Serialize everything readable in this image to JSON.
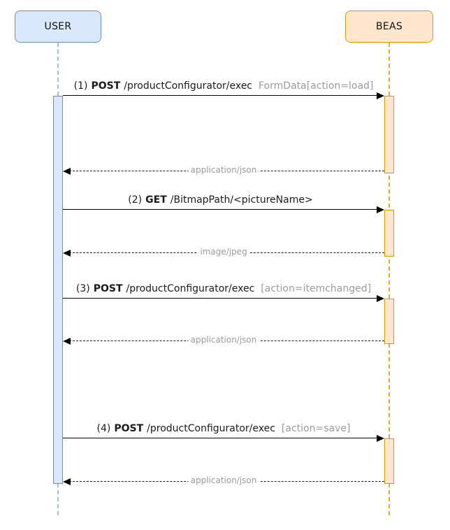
{
  "diagram": {
    "kind": "uml-sequence"
  },
  "actors": [
    {
      "id": "user",
      "label": "USER"
    },
    {
      "id": "beas",
      "label": "BEAS"
    }
  ],
  "messages": [
    {
      "kind": "request",
      "num": "(1)",
      "method": "POST",
      "path": "/productConfigurator/exec",
      "annotation": "FormData[action=load]"
    },
    {
      "kind": "response",
      "label": "application/json"
    },
    {
      "kind": "request",
      "num": "(2)",
      "method": "GET",
      "path": "/BitmapPath/<pictureName>",
      "annotation": ""
    },
    {
      "kind": "response",
      "label": "image/jpeg"
    },
    {
      "kind": "request",
      "num": "(3)",
      "method": "POST",
      "path": "/productConfigurator/exec",
      "annotation": "[action=itemchanged]"
    },
    {
      "kind": "response",
      "label": "application/json"
    },
    {
      "kind": "request",
      "num": "(4)",
      "method": "POST",
      "path": "/productConfigurator/exec",
      "annotation": "[action=save]"
    },
    {
      "kind": "response",
      "label": "application/json"
    }
  ],
  "colors": {
    "user_fill": "#dbe8fc",
    "user_border": "#6c8ebf",
    "user_lifeline": "#a6bbdc",
    "beas_fill": "#ffe6cc",
    "beas_border": "#d79b00",
    "beas_lifeline": "#e0aa33",
    "arrow": "#000000",
    "muted_text": "#9b9b9b"
  }
}
